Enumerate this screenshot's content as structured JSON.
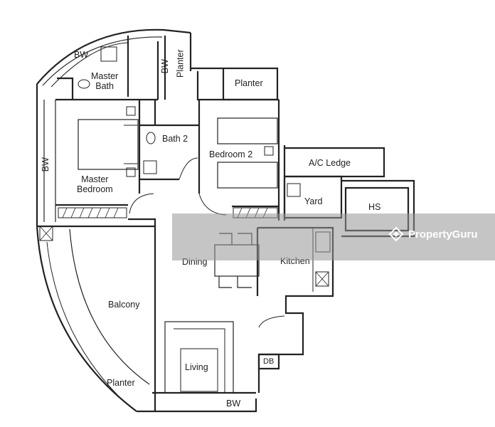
{
  "floor_plan": {
    "rooms": {
      "master_bath": "Master\nBath",
      "master_bedroom": "Master\nBedroom",
      "bath_2": "Bath 2",
      "bedroom_2": "Bedroom 2",
      "ac_ledge": "A/C Ledge",
      "yard": "Yard",
      "hs": "HS",
      "dining": "Dining",
      "kitchen": "Kitchen",
      "balcony": "Balcony",
      "living": "Living",
      "db": "DB",
      "planter_top": "Planter",
      "planter_vertical": "Planter",
      "planter_bottom": "Planter",
      "bw_top": "BW",
      "bw_master_bath": "BW",
      "bw_left": "BW",
      "bw_bottom": "BW"
    }
  },
  "watermark": {
    "brand": "PropertyGuru"
  }
}
